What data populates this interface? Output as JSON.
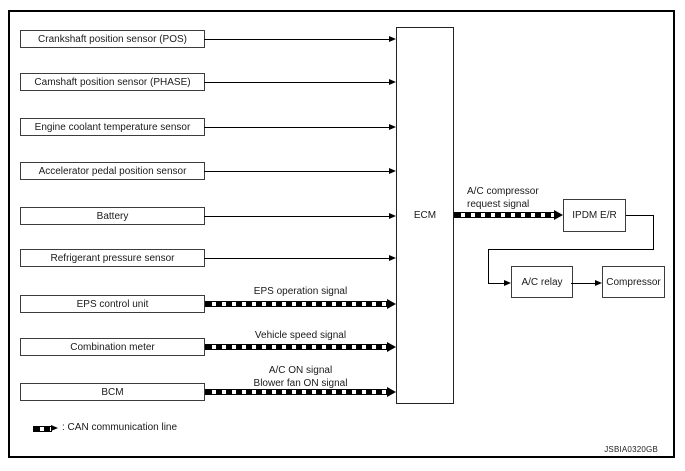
{
  "boxes": [
    {
      "label": "Crankshaft position sensor (POS)"
    },
    {
      "label": "Camshaft position sensor (PHASE)"
    },
    {
      "label": "Engine coolant temperature sensor"
    },
    {
      "label": "Accelerator pedal position sensor"
    },
    {
      "label": "Battery"
    },
    {
      "label": "Refrigerant pressure sensor"
    },
    {
      "label": "EPS control unit",
      "signal": "EPS operation signal"
    },
    {
      "label": "Combination meter",
      "signal": "Vehicle speed signal"
    },
    {
      "label": "BCM",
      "signal_line1": "A/C ON signal",
      "signal_line2": "Blower fan ON signal"
    }
  ],
  "ecm": {
    "label": "ECM"
  },
  "output_signal": {
    "line1": "A/C compressor",
    "line2": "request signal"
  },
  "ipdm": {
    "label": "IPDM E/R"
  },
  "ac_relay": {
    "label": "A/C relay"
  },
  "compressor": {
    "label": "Compressor"
  },
  "legend": {
    "text": ": CAN communication line"
  },
  "figure_code": "JSBIA0320GB",
  "colors": {
    "line": "#000000",
    "box_border": "#3c3c3c",
    "background": "#ffffff"
  }
}
